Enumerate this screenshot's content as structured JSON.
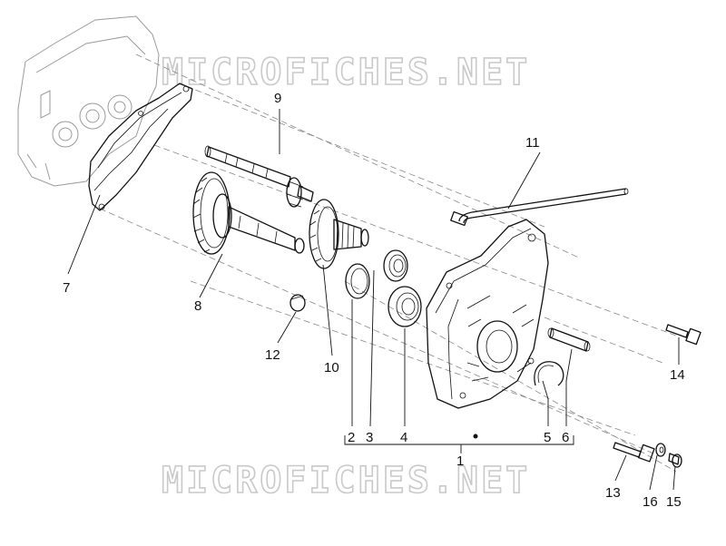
{
  "watermark": "MICROFICHES.NET",
  "labels": {
    "p1": "1",
    "p2": "2",
    "p3": "3",
    "p4": "4",
    "p5": "5",
    "p6": "6",
    "p7": "7",
    "p8": "8",
    "p9": "9",
    "p10": "10",
    "p11": "11",
    "p12": "12",
    "p13": "13",
    "p14": "14",
    "p15": "15",
    "p16": "16"
  }
}
